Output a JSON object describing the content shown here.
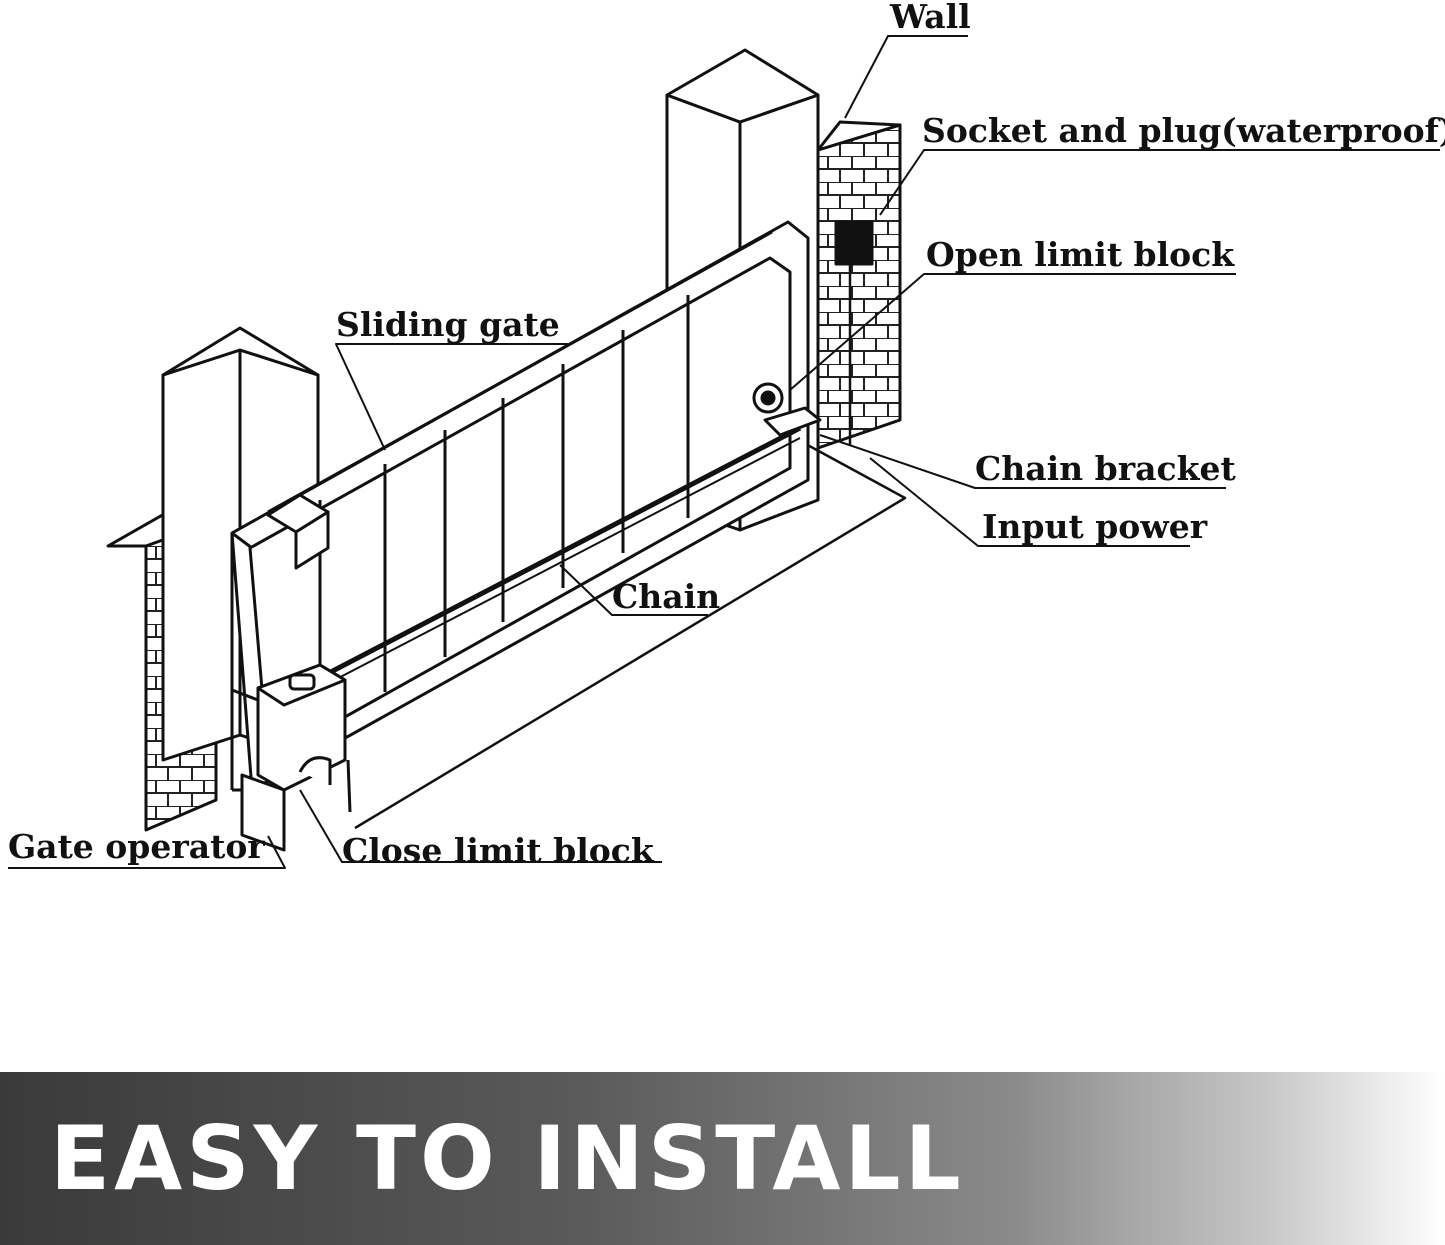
{
  "labels": {
    "wall": "Wall",
    "socket": "Socket and plug(waterproof)",
    "open_limit": "Open limit block",
    "sliding_gate": "Sliding gate",
    "chain_bracket": "Chain bracket",
    "input_power": "Input power",
    "chain": "Chain",
    "gate_operator": "Gate operator",
    "close_limit": "Close limit block"
  },
  "banner": {
    "title": "EASY TO INSTALL"
  },
  "colors": {
    "banner_dark": "#3a3a3a",
    "banner_light": "#ffffff",
    "ink": "#111111"
  }
}
